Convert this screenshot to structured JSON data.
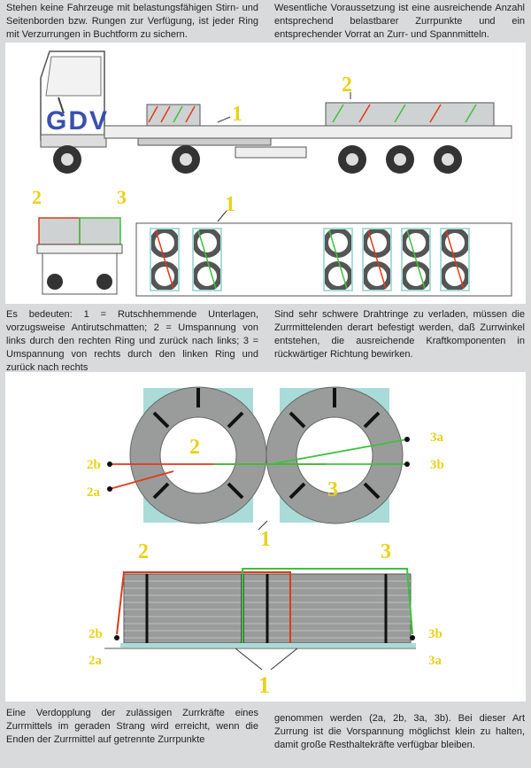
{
  "text": {
    "p1": "Stehen keine Fahrzeuge mit belastungsfähigen Stirn- und Seitenborden bzw. Rungen zur Verfügung, ist jeder Ring mit Verzurrungen in Buchtform zu sichern.",
    "p2": "Wesentliche Voraussetzung ist eine ausreichende Anzahl entsprechend belastbarer Zurrpunkte und ein entsprechender Vorrat an Zurr- und Spannmitteln.",
    "p3": "Es bedeuten: 1 = Rutschhemmende Unterlagen, vorzugsweise Antirutschmatten; 2 = Umspannung von links durch den rechten Ring und zurück nach links; 3 = Umspannung von rechts durch den linken Ring und zurück nach rechts",
    "p4": "Sind sehr schwere Drahtringe zu verladen, müssen die Zurrmittelenden derart befestigt werden, daß Zurrwinkel entstehen, die ausreichende Kraftkomponenten in rückwärtiger Richtung bewirken.",
    "p5": "Eine Verdopplung der zulässigen Zurrkräfte eines Zurrmittels im geraden Strang wird erreicht, wenn die Enden der Zurrmittel auf getrennte Zurrpunkte",
    "p6": "genommen werden (2a, 2b, 3a, 3b). Bei dieser Art Zurrung ist die Vorspannung möglichst klein zu halten, damit große Resthaltekräfte verfügbar bleiben."
  },
  "truck": {
    "logo": "GDV",
    "label_1": "1",
    "label_2": "2",
    "label_front_2": "2",
    "label_front_3": "3",
    "label_top_1": "1"
  },
  "detail": {
    "label_2": "2",
    "label_3": "3",
    "label_1": "1",
    "label_2a": "2a",
    "label_2b": "2b",
    "label_3a": "3a",
    "label_3b": "3b",
    "side_2": "2",
    "side_3": "3",
    "side_1": "1",
    "side_2a": "2a",
    "side_2b": "2b",
    "side_3a": "3a",
    "side_3b": "3b"
  },
  "colors": {
    "red": "#e03a1a",
    "green": "#3cc23c",
    "yellow": "#e8d21a",
    "blue_logo": "#3a4fb0",
    "mat": "#a9dcd8"
  }
}
